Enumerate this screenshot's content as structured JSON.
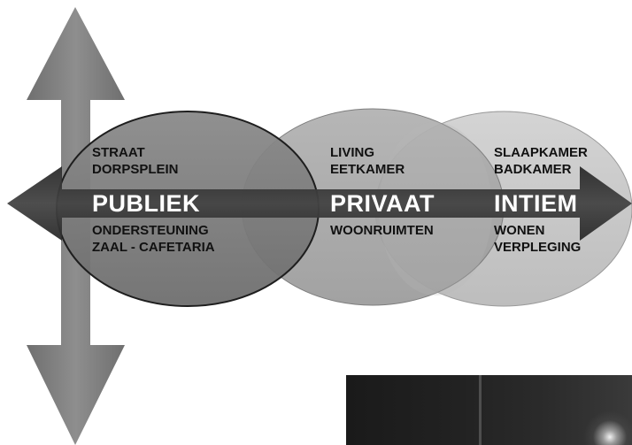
{
  "zones": [
    {
      "id": "publiek",
      "title": "PUBLIEK",
      "top_lines": [
        "STRAAT",
        "DORPSPLEIN"
      ],
      "bottom_lines": [
        "ONDERSTEUNING",
        "ZAAL - CAFETARIA"
      ],
      "fill": "#7d7d7d"
    },
    {
      "id": "privaat",
      "title": "PRIVAAT",
      "top_lines": [
        "LIVING",
        "EETKAMER"
      ],
      "bottom_lines": [
        "WOONRUIMTEN"
      ],
      "fill": "#a6a6a6"
    },
    {
      "id": "intiem",
      "title": "INTIEM",
      "top_lines": [
        "SLAAPKAMER",
        "BADKAMER"
      ],
      "bottom_lines": [
        "WONEN",
        "VERPLEGING"
      ],
      "fill": "#c8c8c8"
    }
  ],
  "colors": {
    "vertical_arrow": "#7f7f7f",
    "horizontal_arrow": "#3a3a3a",
    "label_text": "#111111",
    "title_text": "#ffffff"
  },
  "photo": {
    "icon": "night-photo-thumbnail"
  }
}
